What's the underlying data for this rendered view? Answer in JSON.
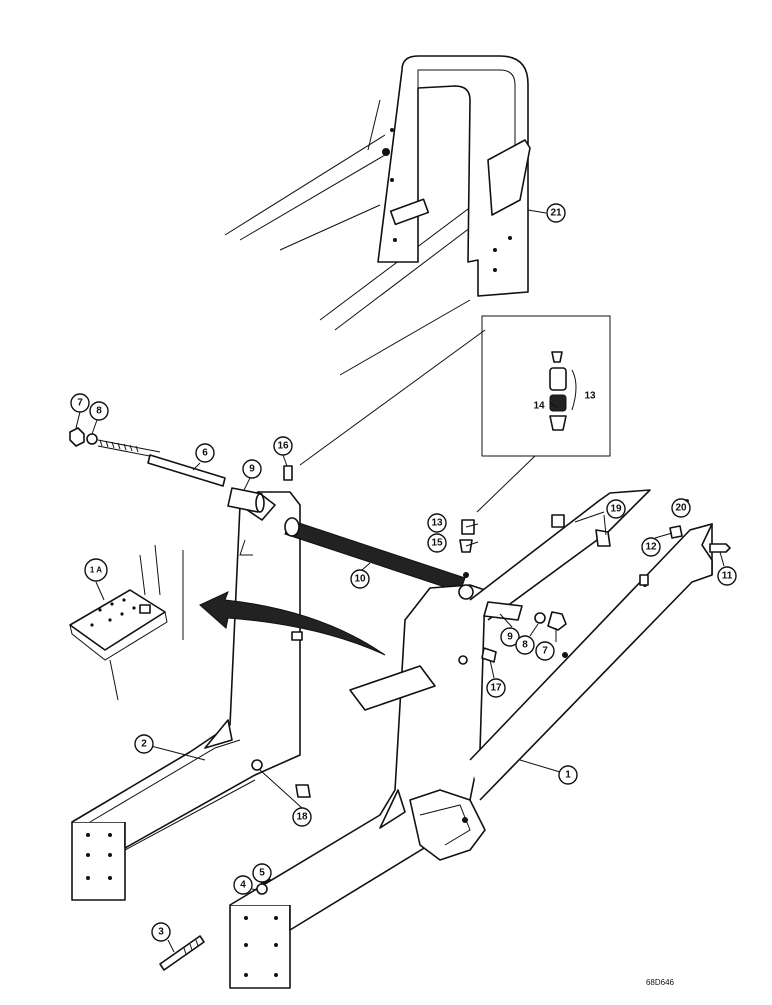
{
  "drawing_id": "68D646",
  "callouts": [
    {
      "id": "c21",
      "label": "21"
    },
    {
      "id": "c7a",
      "label": "7"
    },
    {
      "id": "c8a",
      "label": "8"
    },
    {
      "id": "c6",
      "label": "6"
    },
    {
      "id": "c9a",
      "label": "9"
    },
    {
      "id": "c16",
      "label": "16"
    },
    {
      "id": "c14",
      "label": "14"
    },
    {
      "id": "c13a",
      "label": "13"
    },
    {
      "id": "c13b",
      "label": "13"
    },
    {
      "id": "c15",
      "label": "15"
    },
    {
      "id": "c19",
      "label": "19"
    },
    {
      "id": "c20",
      "label": "20"
    },
    {
      "id": "c12",
      "label": "12"
    },
    {
      "id": "c11",
      "label": "11"
    },
    {
      "id": "c1a",
      "label": "1 A"
    },
    {
      "id": "c10",
      "label": "10"
    },
    {
      "id": "c9b",
      "label": "9"
    },
    {
      "id": "c8b",
      "label": "8"
    },
    {
      "id": "c7b",
      "label": "7"
    },
    {
      "id": "c17",
      "label": "17"
    },
    {
      "id": "c2",
      "label": "2"
    },
    {
      "id": "c1",
      "label": "1"
    },
    {
      "id": "c18",
      "label": "18"
    },
    {
      "id": "c4",
      "label": "4"
    },
    {
      "id": "c5",
      "label": "5"
    },
    {
      "id": "c3",
      "label": "3"
    }
  ]
}
